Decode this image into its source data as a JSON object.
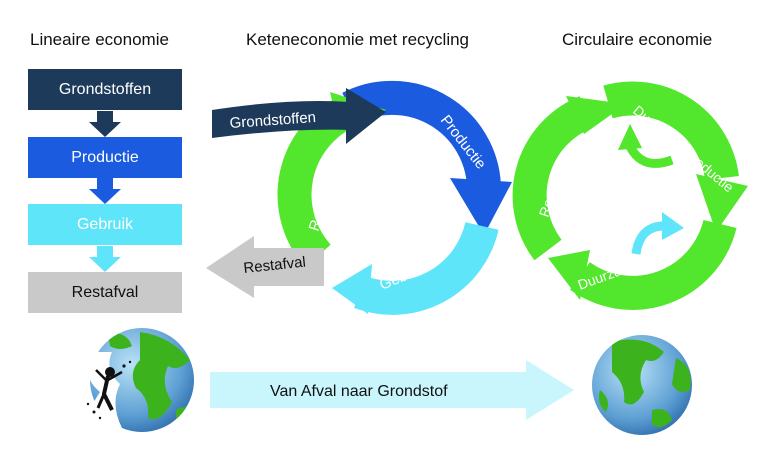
{
  "headers": {
    "linear": "Lineaire economie",
    "chain": "Keteneconomie met recycling",
    "circular": "Circulaire economie"
  },
  "linear": {
    "steps": [
      "Grondstoffen",
      "Productie",
      "Gebruik",
      "Restafval"
    ]
  },
  "chain": {
    "input": "Grondstoffen",
    "productie": "Productie",
    "gebruik": "Gebruik",
    "recycling": "Recycling",
    "output": "Restafval"
  },
  "circular": {
    "productie": "Duurzame productie",
    "gebruik": "Duurzaam gebruik",
    "recycling": "Recycling"
  },
  "bottom_arrow": "Van Afval naar Grondstof",
  "colors": {
    "navy": "#1d3a5a",
    "blue": "#1b5be0",
    "cyan": "#5fe5f9",
    "grey": "#c9c9c9",
    "green": "#52e62c",
    "pale_cyan": "#c8f6fc",
    "globe_ocean": "#69a9d8",
    "globe_land": "#3cb21c"
  },
  "icons": [
    "globe-icon",
    "person-throwing-trash-icon"
  ]
}
